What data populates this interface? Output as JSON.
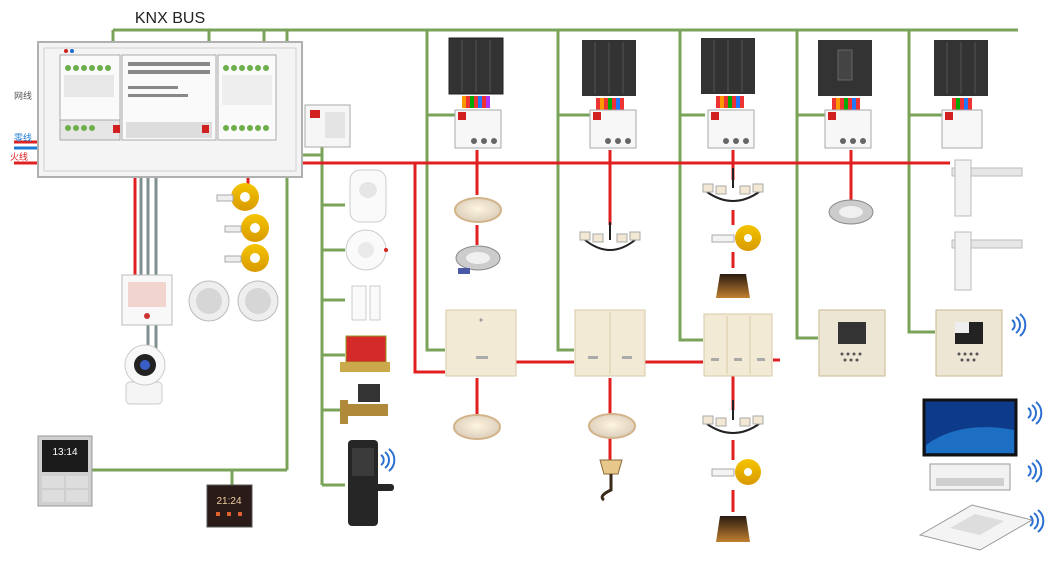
{
  "title": "KNX BUS",
  "labels": {
    "network": "网线",
    "neutral": "零线",
    "live": "火线"
  },
  "clocks": {
    "panel_large": "13:14",
    "panel_small": "21:24"
  },
  "colors": {
    "bus": "#7aa35a",
    "live": "#e02020",
    "neutral": "#1e7bd6",
    "control": "#7f8f8f"
  },
  "icons": {
    "wireless": "wifi-icon",
    "wireless_count": 5
  }
}
